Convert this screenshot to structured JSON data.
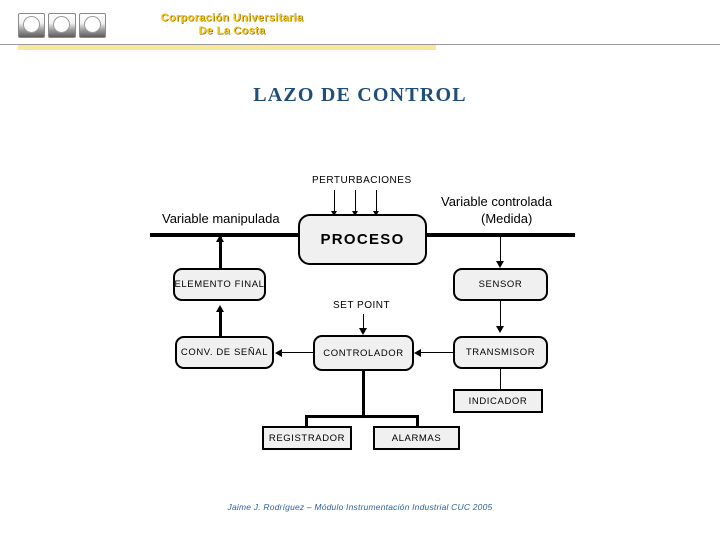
{
  "header": {
    "logo_icon": "cuc-logo-icon",
    "org_name_line1": "Corporación Universitaria",
    "org_name_line2": "De La Costa",
    "rule_color": "#9a9a9a",
    "accent_bar_color": "#fae79d",
    "logo_text_color": "#f5c518"
  },
  "slide": {
    "title": "LAZO DE CONTROL",
    "title_color": "#1f4e79",
    "background": "#ffffff"
  },
  "diagram": {
    "node_fill": "#f0f0f0",
    "node_border": "#000000",
    "nodes": [
      {
        "id": "proceso",
        "label": "PROCESO"
      },
      {
        "id": "elemento-final",
        "label": "ELEMENTO FINAL"
      },
      {
        "id": "sensor",
        "label": "SENSOR"
      },
      {
        "id": "conv-senal",
        "label": "CONV. DE SEÑAL"
      },
      {
        "id": "controlador",
        "label": "CONTROLADOR"
      },
      {
        "id": "transmisor",
        "label": "TRANSMISOR"
      },
      {
        "id": "indicador",
        "label": "INDICADOR"
      },
      {
        "id": "registrador",
        "label": "REGISTRADOR"
      },
      {
        "id": "alarmas",
        "label": "ALARMAS"
      }
    ],
    "labels": {
      "perturbaciones": "PERTURBACIONES",
      "variable_manipulada": "Variable manipulada",
      "variable_controlada": "Variable controlada",
      "variable_controlada_sub": "(Medida)",
      "set_point": "SET POINT"
    }
  },
  "footer": {
    "credit": "Jaime J. Rodríguez – Módulo Instrumentación Industrial  CUC 2005",
    "color": "#2f5f9e"
  }
}
